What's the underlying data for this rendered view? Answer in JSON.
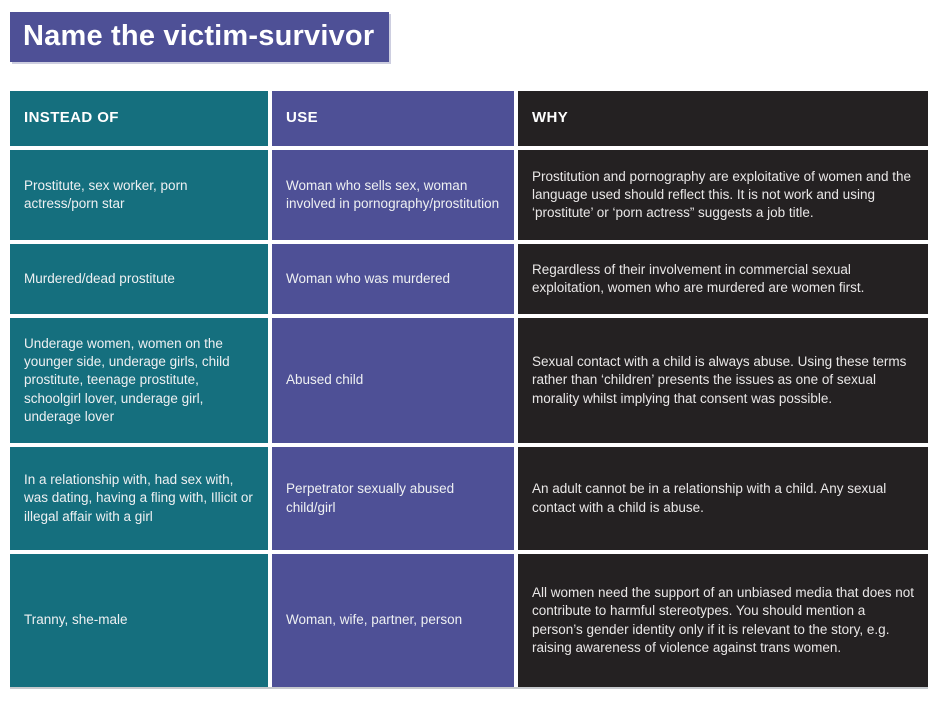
{
  "page_title": "Name the victim-survivor",
  "table": {
    "headers": {
      "instead_of": "INSTEAD OF",
      "use": "USE",
      "why": "WHY"
    },
    "rows": [
      {
        "instead_of": "Prostitute, sex worker, porn actress/porn star",
        "use": "Woman who sells sex, woman involved in pornography/prostitution",
        "why": "Prostitution and pornography are exploitative of women and the language used should reflect this. It is not work and using ‘prostitute’ or ‘porn actress” suggests a job title."
      },
      {
        "instead_of": "Murdered/dead prostitute",
        "use": "Woman who was murdered",
        "why": "Regardless of their involvement in commercial sexual exploitation, women who are murdered are women first."
      },
      {
        "instead_of": "Underage women, women on the younger side, underage girls, child prostitute, teenage prostitute, schoolgirl lover, underage girl, underage lover",
        "use": "Abused child",
        "why": "Sexual contact with a child is always abuse. Using these terms rather than ‘children’ presents the issues as one of sexual morality whilst implying that consent was possible."
      },
      {
        "instead_of": "In a relationship with, had sex with, was dating, having a fling with, Illicit or illegal affair with a girl",
        "use": "Perpetrator sexually abused child/girl",
        "why": "An adult cannot be in a relationship with a child. Any sexual contact with a child is abuse."
      },
      {
        "instead_of": "Tranny, she-male",
        "use": "Woman, wife, partner, person",
        "why": "All women need the support of an unbiased media that does not contribute to harmful stereotypes. You should mention a person’s gender identity only if it is relevant to the story, e.g. raising awareness of violence against trans women."
      }
    ]
  },
  "colors": {
    "teal": "#156f7e",
    "purple": "#4e5096",
    "dark": "#242122",
    "title-bg": "#4e5096",
    "text-light": "#ffffff"
  }
}
